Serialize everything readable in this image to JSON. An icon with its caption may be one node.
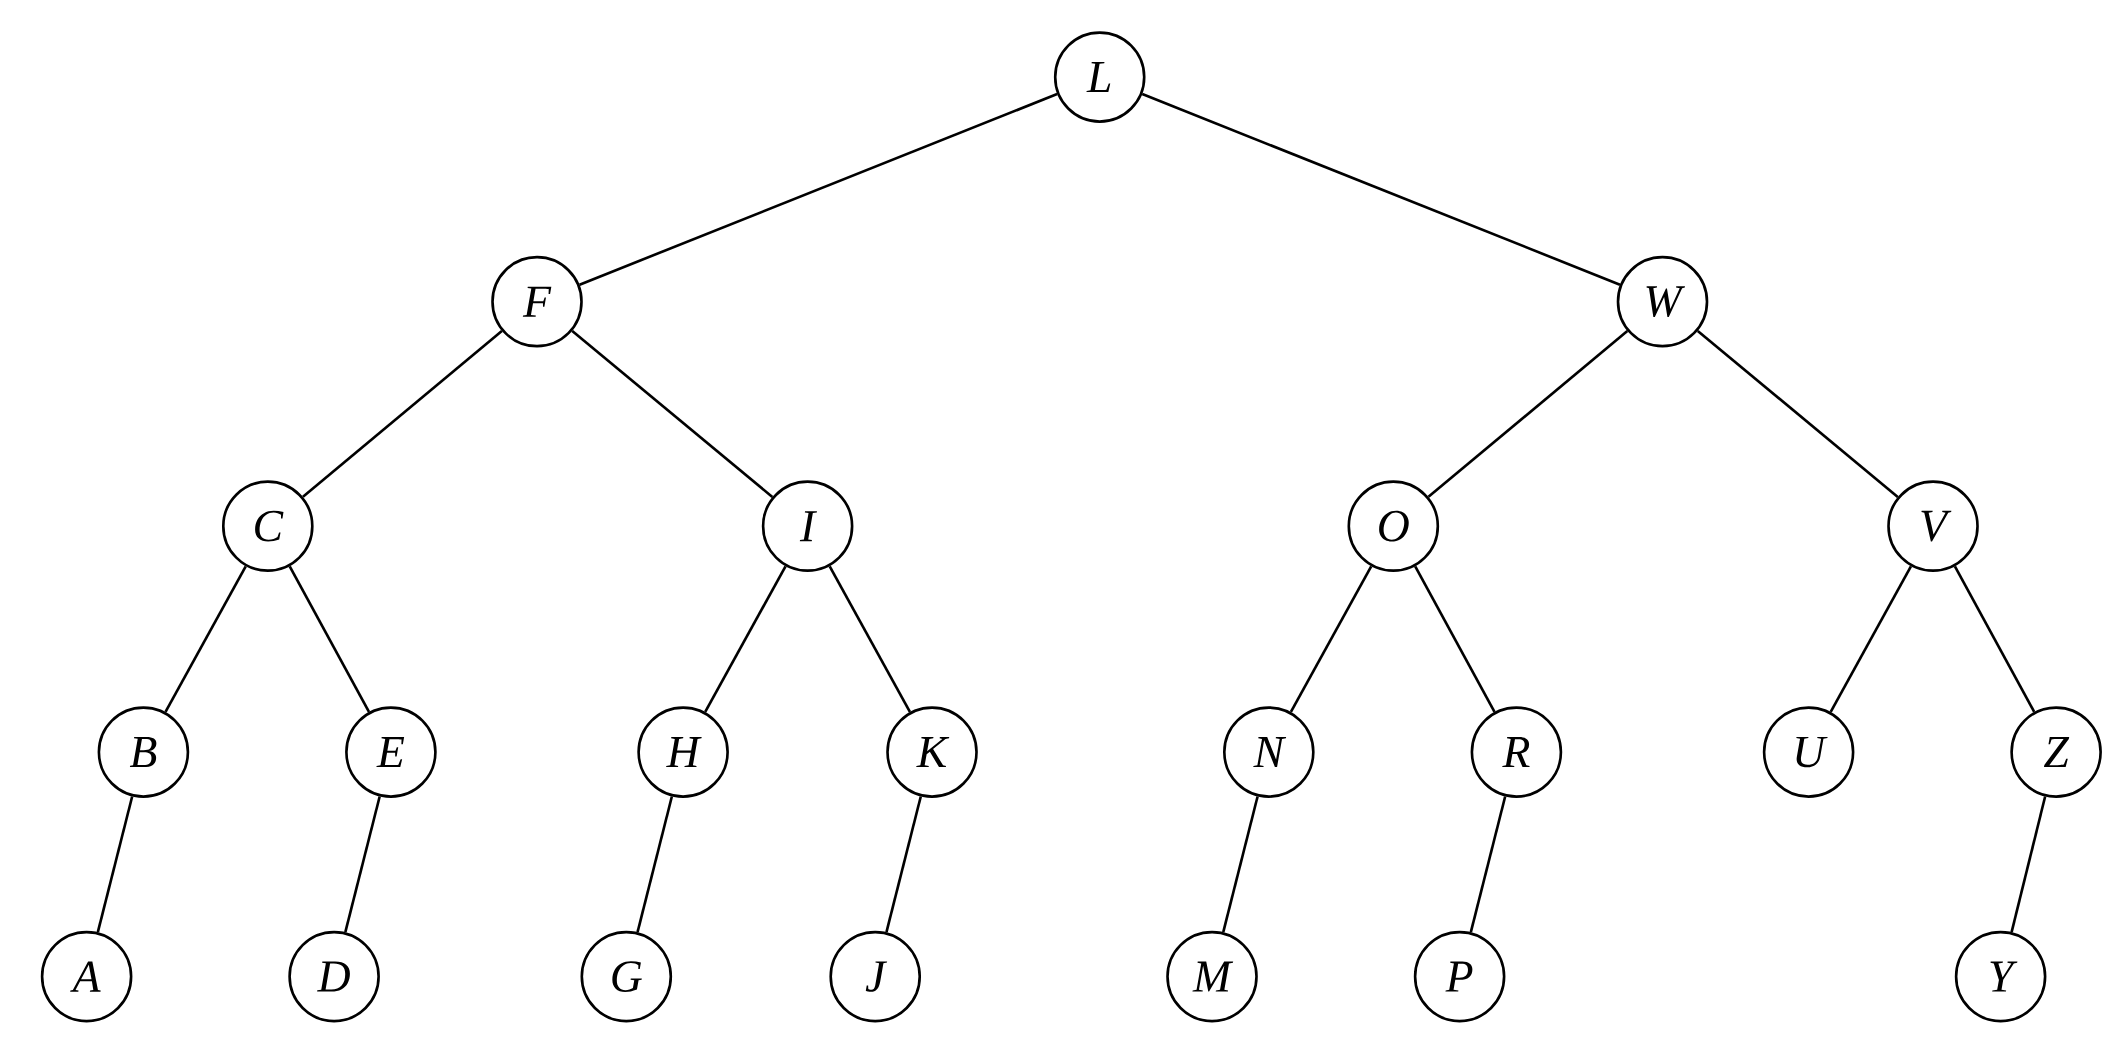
{
  "diagram": {
    "nodes": [
      {
        "text": [
          "L"
        ]
      },
      {
        "text": [
          "F"
        ]
      },
      {
        "text": [
          "W"
        ]
      },
      {
        "text": [
          "C"
        ]
      },
      {
        "text": [
          "I"
        ]
      },
      {
        "text": [
          "O"
        ]
      },
      {
        "text": [
          "V"
        ]
      },
      {
        "text": [
          "B"
        ]
      },
      {
        "text": [
          "E"
        ]
      },
      {
        "text": [
          "H"
        ]
      },
      {
        "text": [
          "K"
        ]
      },
      {
        "text": [
          "N"
        ]
      },
      {
        "text": [
          "R"
        ]
      },
      {
        "text": [
          "U"
        ]
      },
      {
        "text": [
          "Z"
        ]
      },
      {
        "text": [
          "A"
        ]
      },
      {
        "text": [
          "D"
        ]
      },
      {
        "text": [
          "G"
        ]
      },
      {
        "text": [
          "J"
        ]
      },
      {
        "text": [
          "M"
        ]
      },
      {
        "text": [
          "P"
        ]
      },
      {
        "text": [
          "Y"
        ]
      }
    ],
    "edges": [
      {
        "from": 0,
        "to": 1,
        "arrow": "none"
      },
      {
        "from": 0,
        "to": 2,
        "arrow": "none"
      },
      {
        "from": 1,
        "to": 3,
        "arrow": "none"
      },
      {
        "from": 1,
        "to": 4,
        "arrow": "none"
      },
      {
        "from": 2,
        "to": 5,
        "arrow": "none"
      },
      {
        "from": 2,
        "to": 6,
        "arrow": "none"
      },
      {
        "from": 3,
        "to": 7,
        "arrow": "none"
      },
      {
        "from": 3,
        "to": 8,
        "arrow": "none"
      },
      {
        "from": 4,
        "to": 9,
        "arrow": "none"
      },
      {
        "from": 4,
        "to": 10,
        "arrow": "none"
      },
      {
        "from": 5,
        "to": 11,
        "arrow": "none"
      },
      {
        "from": 5,
        "to": 12,
        "arrow": "none"
      },
      {
        "from": 6,
        "to": 13,
        "arrow": "none"
      },
      {
        "from": 6,
        "to": 14,
        "arrow": "none"
      },
      {
        "from": 7,
        "to": 15,
        "arrow": "none"
      },
      {
        "from": 8,
        "to": 16,
        "arrow": "none"
      },
      {
        "from": 9,
        "to": 17,
        "arrow": "none"
      },
      {
        "from": 10,
        "to": 18,
        "arrow": "none"
      },
      {
        "from": 11,
        "to": 19,
        "arrow": "none"
      },
      {
        "from": 12,
        "to": 20,
        "arrow": "none"
      },
      {
        "from": 14,
        "to": 21,
        "arrow": "none"
      }
    ]
  }
}
